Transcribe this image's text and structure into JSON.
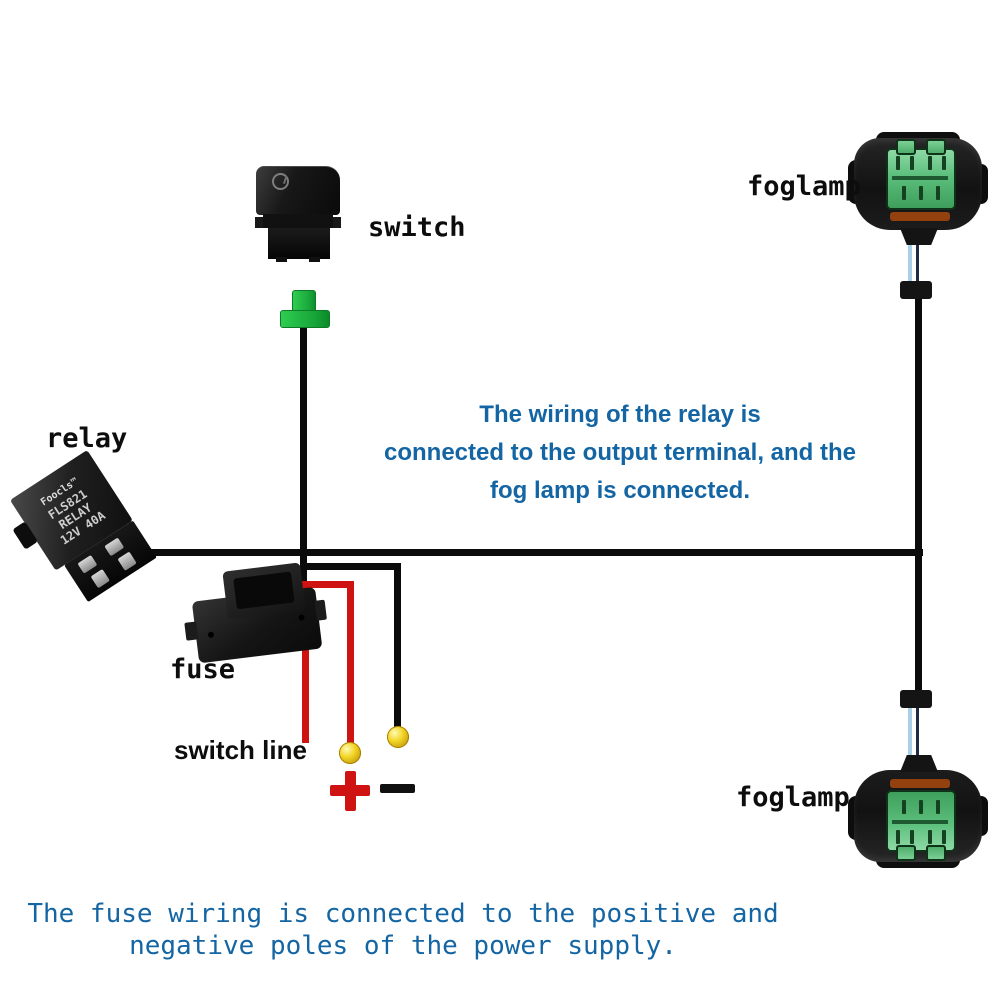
{
  "labels": {
    "switch": "switch",
    "relay": "relay",
    "fuse": "fuse",
    "switch_line": "switch line",
    "foglamp_top": "foglamp",
    "foglamp_bottom": "foglamp"
  },
  "terminals": {
    "positive": "+",
    "negative": "-"
  },
  "relay_marking": {
    "brand": "Foocls™",
    "model": "FLS821",
    "name": "RELAY",
    "rating": "12V 40A"
  },
  "notes": {
    "middle": {
      "line1": "The wiring of the relay is",
      "line2": "connected to the output terminal, and the",
      "line3": "fog lamp is connected."
    },
    "bottom": {
      "line1": "The fuse wiring is connected to the positive and",
      "line2": "negative poles of the power supply."
    }
  },
  "colors": {
    "wire_black": "#0b0b0b",
    "wire_red": "#cf1313",
    "wire_light_blue": "#a9cfe9",
    "connector_green": "#5cbf7c",
    "terminal_gold": "#f2d525",
    "note_blue": "#1465a3",
    "background": "#ffffff"
  }
}
